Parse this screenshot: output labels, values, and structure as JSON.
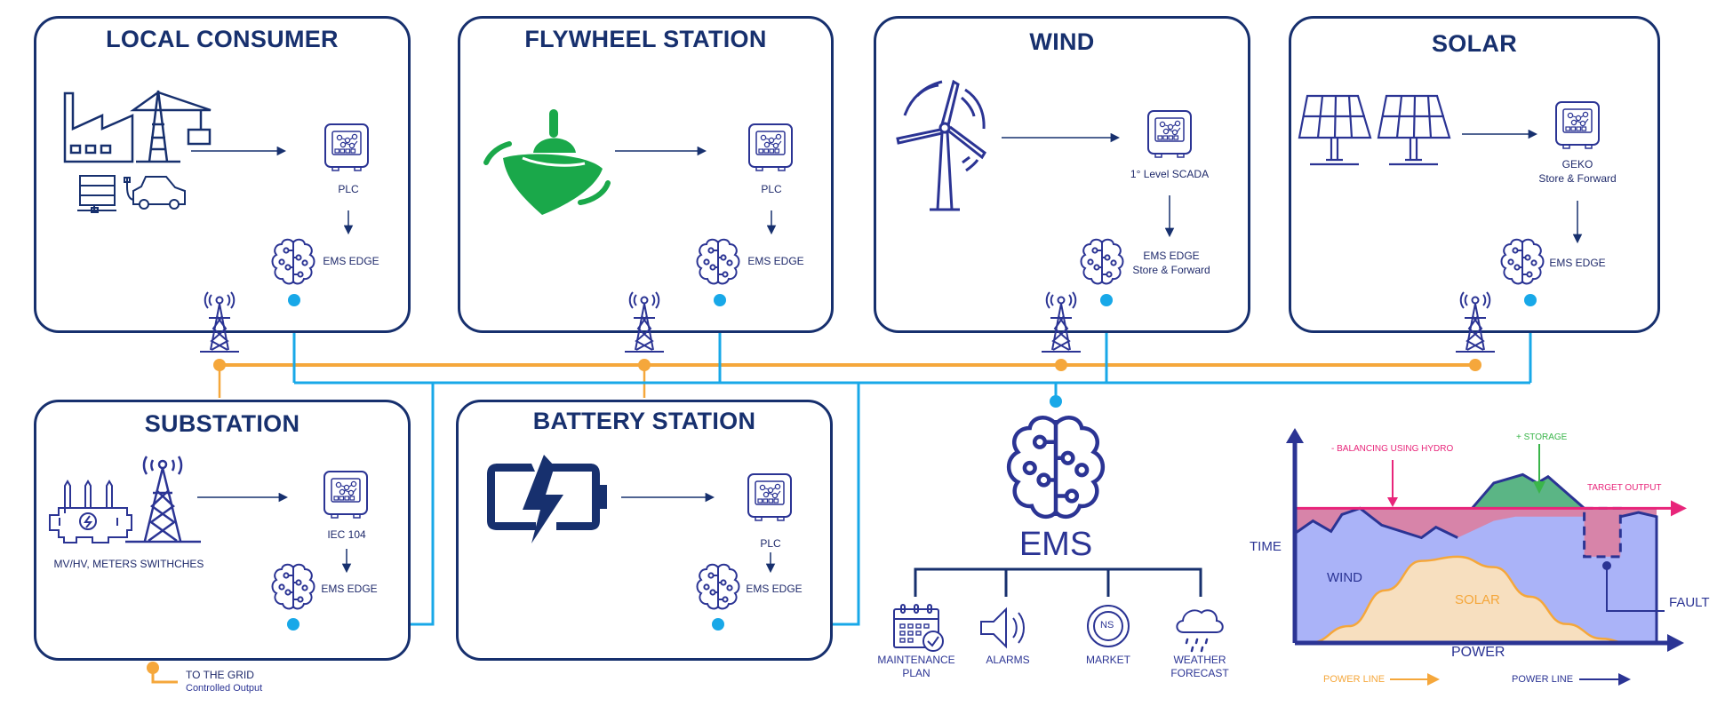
{
  "colors": {
    "navy": "#17306e",
    "indigo": "#2b3494",
    "power_line": "#f5a73b",
    "data_line": "#18a8e8",
    "flywheel_green": "#1aa84a",
    "target_pink": "#e8257a",
    "storage_green": "#5bb585",
    "wind_fill": "#aab3f8",
    "solar_fill": "#f7dfbf",
    "deficit_fill": "#d784a9"
  },
  "stations": {
    "local_consumer": {
      "title": "LOCAL CONSUMER",
      "controller": "PLC",
      "edge": "EMS EDGE",
      "edge_sub": ""
    },
    "flywheel": {
      "title": "FLYWHEEL STATION",
      "controller": "PLC",
      "edge": "EMS EDGE",
      "edge_sub": ""
    },
    "wind": {
      "title": "WIND",
      "controller": "1° Level SCADA",
      "edge": "EMS EDGE",
      "edge_sub": "Store & Forward"
    },
    "solar": {
      "title": "SOLAR",
      "controller": "GEKO",
      "controller_sub": "Store & Forward",
      "edge": "EMS EDGE",
      "edge_sub": ""
    },
    "substation": {
      "title": "SUBSTATION",
      "caption": "MV/HV, METERS SWITHCHES",
      "controller": "IEC 104",
      "edge": "EMS EDGE"
    },
    "battery": {
      "title": "BATTERY STATION",
      "controller": "PLC",
      "edge": "EMS EDGE"
    }
  },
  "grid_output": {
    "title": "TO THE GRID",
    "subtitle": "Controlled Output"
  },
  "ems": {
    "title": "EMS",
    "modules": [
      {
        "icon": "calendar-check-icon",
        "label_1": "MAINTENANCE",
        "label_2": "PLAN"
      },
      {
        "icon": "speaker-icon",
        "label_1": "ALARMS",
        "label_2": ""
      },
      {
        "icon": "market-coin-icon",
        "label_1": "MARKET",
        "label_2": "",
        "glyph": "NS"
      },
      {
        "icon": "rain-cloud-icon",
        "label_1": "WEATHER",
        "label_2": "FORECAST"
      }
    ]
  },
  "legend": {
    "orange_line": "POWER LINE",
    "blue_line": "POWER LINE"
  },
  "chart_data": {
    "type": "area",
    "title": "",
    "xlabel": "POWER",
    "ylabel": "TIME",
    "x_range": [
      0,
      100
    ],
    "y_range": [
      0,
      100
    ],
    "target_output": {
      "label": "TARGET OUTPUT",
      "value": 64
    },
    "series": [
      {
        "name": "WIND",
        "x": [
          0,
          5,
          10,
          13,
          18,
          24,
          35,
          39,
          45,
          55,
          61,
          68,
          75,
          80,
          85,
          90,
          95,
          100
        ],
        "values": [
          52,
          58,
          53,
          61,
          64,
          56,
          50,
          55,
          50,
          58,
          60,
          60,
          60,
          60,
          60,
          60,
          62,
          60
        ]
      },
      {
        "name": "SOLAR",
        "x": [
          4,
          15,
          25,
          35,
          45,
          55,
          65,
          75,
          85,
          92
        ],
        "values": [
          0,
          8,
          25,
          39,
          41,
          36,
          22,
          9,
          2,
          0
        ]
      },
      {
        "name": "+ STORAGE",
        "x": [
          49,
          55,
          63,
          67,
          70,
          80
        ],
        "values": [
          64,
          76,
          80,
          76,
          79,
          64
        ]
      }
    ],
    "annotations": [
      {
        "text": "- BALANCING USING HYDRO",
        "color": "#e8257a"
      },
      {
        "text": "+ STORAGE",
        "color": "#3ab54a"
      },
      {
        "text": "FAULT",
        "x_range": [
          80,
          90
        ],
        "y_range": [
          41,
          64
        ]
      }
    ],
    "series_labels": {
      "wind": "WIND",
      "solar": "SOLAR"
    }
  }
}
